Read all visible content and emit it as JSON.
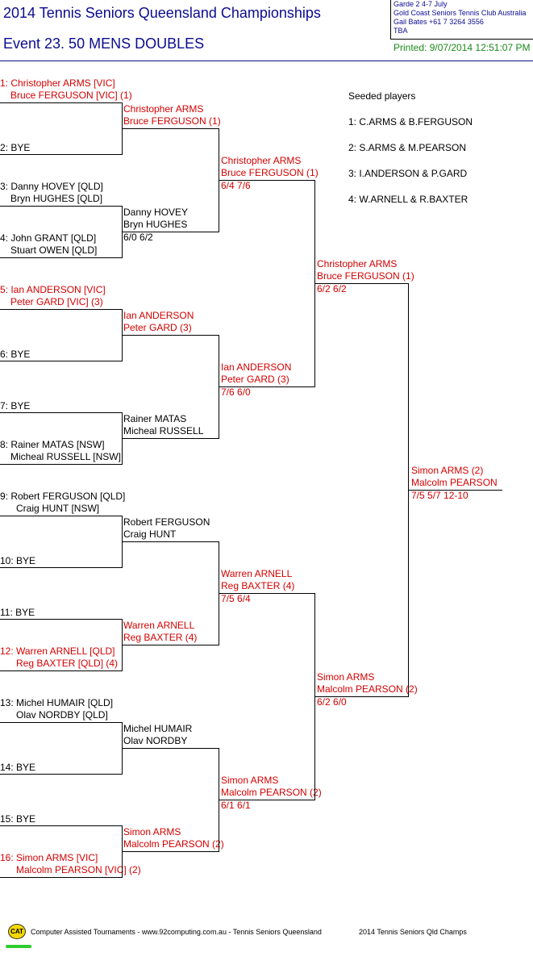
{
  "header": {
    "title": "2014 Tennis Seniors Queensland Championships",
    "event": "Event 23. 50 MENS DOUBLES",
    "info_lines": [
      "Garde 2    4-7 July",
      "Gold Coast Seniors Tennis Club    Australia",
      "Gail Bates    +61 7 3264 3556",
      "TBA"
    ],
    "printed": "Printed: 9/07/2014 12:51:07 PM"
  },
  "round1": [
    [
      "1: Christopher ARMS [VIC]",
      "Bruce FERGUSON [VIC] (1)"
    ],
    [
      "2: BYE",
      ""
    ],
    [
      "3: Danny HOVEY [QLD]",
      "Bryn HUGHES [QLD]"
    ],
    [
      "4: John GRANT [QLD]",
      "Stuart OWEN [QLD]"
    ],
    [
      "5: Ian ANDERSON [VIC]",
      "Peter GARD [VIC] (3)"
    ],
    [
      "6: BYE",
      ""
    ],
    [
      "7: BYE",
      ""
    ],
    [
      "8: Rainer MATAS [NSW]",
      "Micheal RUSSELL [NSW]"
    ],
    [
      "9: Robert FERGUSON [QLD]",
      "Craig HUNT [NSW]"
    ],
    [
      "10: BYE",
      ""
    ],
    [
      "11: BYE",
      ""
    ],
    [
      "12: Warren ARNELL [QLD]",
      "Reg BAXTER [QLD] (4)"
    ],
    [
      "13: Michel HUMAIR [QLD]",
      "Olav NORDBY [QLD]"
    ],
    [
      "14: BYE",
      ""
    ],
    [
      "15: BYE",
      ""
    ],
    [
      "16: Simon ARMS [VIC]",
      "Malcolm PEARSON [VIC] (2)"
    ]
  ],
  "round2": [
    [
      "Christopher ARMS",
      "Bruce FERGUSON (1)",
      ""
    ],
    [
      "Danny HOVEY",
      "Bryn HUGHES",
      "6/0 6/2"
    ],
    [
      "Ian ANDERSON",
      "Peter GARD (3)",
      ""
    ],
    [
      "Rainer MATAS",
      "Micheal RUSSELL",
      ""
    ],
    [
      "Robert FERGUSON",
      "Craig HUNT",
      ""
    ],
    [
      "Warren ARNELL",
      "Reg BAXTER (4)",
      ""
    ],
    [
      "Michel HUMAIR",
      "Olav NORDBY",
      ""
    ],
    [
      "Simon ARMS",
      "Malcolm PEARSON (2)",
      ""
    ]
  ],
  "round3": [
    [
      "Christopher ARMS",
      "Bruce FERGUSON (1)",
      "6/4 7/6"
    ],
    [
      "Ian ANDERSON",
      "Peter GARD (3)",
      "7/6 6/0"
    ],
    [
      "Warren ARNELL",
      "Reg BAXTER (4)",
      "7/5 6/4"
    ],
    [
      "Simon ARMS",
      "Malcolm PEARSON (2)",
      "6/1 6/1"
    ]
  ],
  "round4": [
    [
      "Christopher ARMS",
      "Bruce FERGUSON (1)",
      "6/2 6/2"
    ],
    [
      "Simon ARMS",
      "Malcolm PEARSON (2)",
      "6/2 6/0"
    ]
  ],
  "final": [
    "Simon ARMS (2)",
    "Malcolm PEARSON",
    "7/5 5/7 12-10"
  ],
  "seeds": {
    "heading": "Seeded players",
    "list": [
      "1: C.ARMS & B.FERGUSON",
      "2: S.ARMS & M.PEARSON",
      "3: I.ANDERSON & P.GARD",
      "4: W.ARNELL & R.BAXTER"
    ]
  },
  "footer": {
    "logo": "CAT",
    "left": "Computer Assisted Tournaments - www.92computing.com.au -  Tennis Seniors Queensland",
    "right": "2014 Tennis Seniors Qld Champs"
  },
  "colors": {
    "seeded": "#d40000",
    "title": "#0b0b90",
    "printed": "#1a8a1a"
  }
}
